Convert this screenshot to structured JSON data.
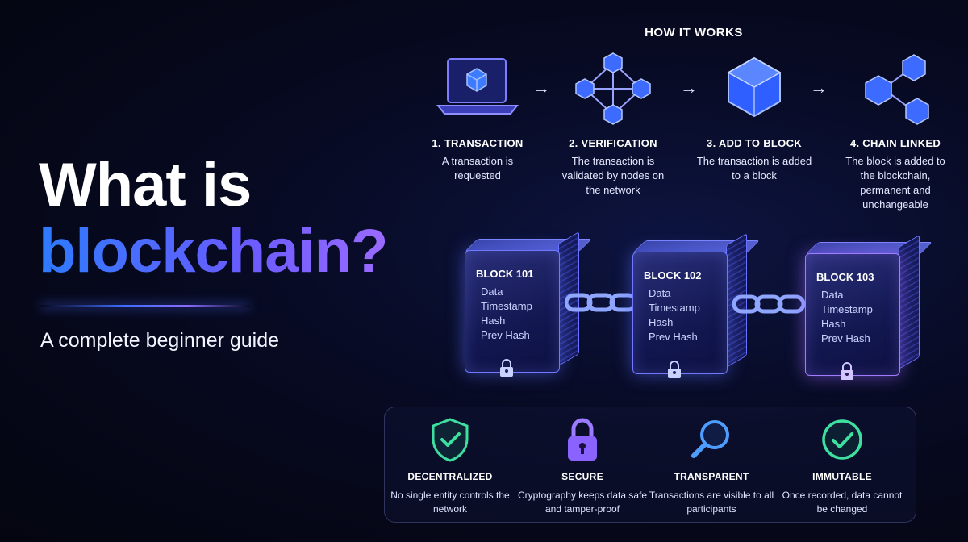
{
  "hero": {
    "title_line1": "What is",
    "title_line2": "blockchain?",
    "subtitle": "A complete beginner guide"
  },
  "how_it_works": {
    "title": "HOW IT WORKS",
    "steps": [
      {
        "title": "1. TRANSACTION",
        "desc": "A transaction is requested",
        "icon": "laptop-icon"
      },
      {
        "title": "2. VERIFICATION",
        "desc": "The transaction is validated by nodes on the network",
        "icon": "network-nodes-icon"
      },
      {
        "title": "3. ADD TO BLOCK",
        "desc": "The transaction is added to a block",
        "icon": "cube-icon"
      },
      {
        "title": "4. CHAIN LINKED",
        "desc": "The block is added to the blockchain, permanent and unchangeable",
        "icon": "linked-cubes-icon"
      }
    ],
    "arrow": "→"
  },
  "blocks": [
    {
      "title": "BLOCK 101",
      "fields": [
        "Data",
        "Timestamp",
        "Hash",
        "Prev Hash"
      ]
    },
    {
      "title": "BLOCK 102",
      "fields": [
        "Data",
        "Timestamp",
        "Hash",
        "Prev Hash"
      ]
    },
    {
      "title": "BLOCK 103",
      "fields": [
        "Data",
        "Timestamp",
        "Hash",
        "Prev Hash"
      ]
    }
  ],
  "features": [
    {
      "title": "DECENTRALIZED",
      "desc": "No single entity controls the network",
      "icon": "shield-check-icon"
    },
    {
      "title": "SECURE",
      "desc": "Cryptography keeps data safe and tamper-proof",
      "icon": "padlock-icon"
    },
    {
      "title": "TRANSPARENT",
      "desc": "Transactions are visible to all participants",
      "icon": "magnifier-icon"
    },
    {
      "title": "IMMUTABLE",
      "desc": "Once recorded, data cannot be changed",
      "icon": "check-circle-icon"
    }
  ],
  "colors": {
    "background": "#05071a",
    "accent_blue": "#2d7bff",
    "accent_purple": "#8a6bff",
    "feature_green": "#3ee0a0"
  }
}
